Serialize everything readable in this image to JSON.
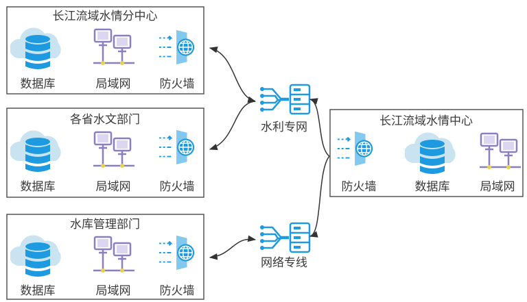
{
  "colors": {
    "accent_blue": "#1e9be0",
    "cloud": "#c9e3f0",
    "lan_purple": "#8c7fc0",
    "lan_node": "#e8d24a",
    "border": "#555555"
  },
  "groups": [
    {
      "title": "长江流域水情分中心",
      "items": [
        "数据库",
        "局域网",
        "防火墙"
      ]
    },
    {
      "title": "各省水文部门",
      "items": [
        "数据库",
        "局域网",
        "防火墙"
      ]
    },
    {
      "title": "水库管理部门",
      "items": [
        "数据库",
        "局域网",
        "防火墙"
      ]
    }
  ],
  "center": {
    "title": "长江流域水情中心",
    "items": [
      "防火墙",
      "数据库",
      "局域网"
    ]
  },
  "networks": [
    {
      "label": "水利专网",
      "icon": "network-server-icon"
    },
    {
      "label": "网络专线",
      "icon": "network-server-icon"
    }
  ]
}
